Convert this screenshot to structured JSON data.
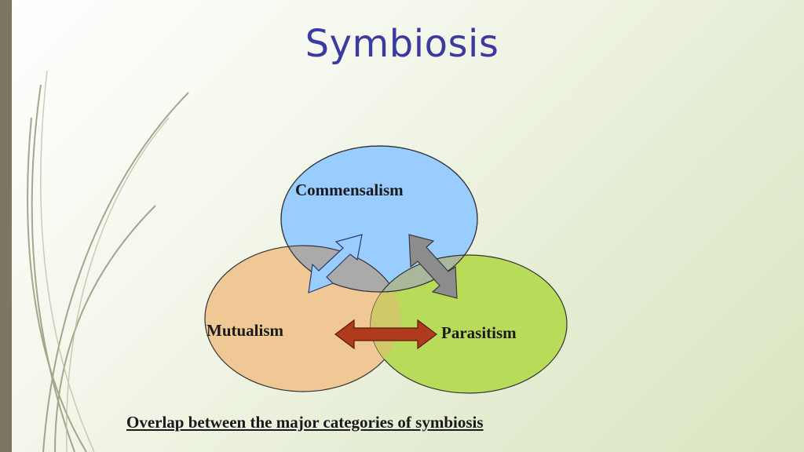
{
  "slide": {
    "title": "Symbiosis",
    "caption": "Overlap between the major categories of symbiosis"
  },
  "diagram": {
    "type": "venn",
    "sets": [
      {
        "label": "Commensalism",
        "color": "#99ccff"
      },
      {
        "label": "Mutualism",
        "color": "#f0c896"
      },
      {
        "label": "Parasitism",
        "color": "#b8dc5a"
      }
    ],
    "overlap_color": "#aaaaaa",
    "arrows": [
      {
        "between": [
          "Mutualism",
          "Commensalism"
        ],
        "color": "#99ccff"
      },
      {
        "between": [
          "Commensalism",
          "Parasitism"
        ],
        "color": "#8c8c8c"
      },
      {
        "between": [
          "Mutualism",
          "Parasitism"
        ],
        "color": "#b03a1e"
      }
    ]
  },
  "colors": {
    "title": "#3a3aa0",
    "left_bar": "#7a7660"
  }
}
